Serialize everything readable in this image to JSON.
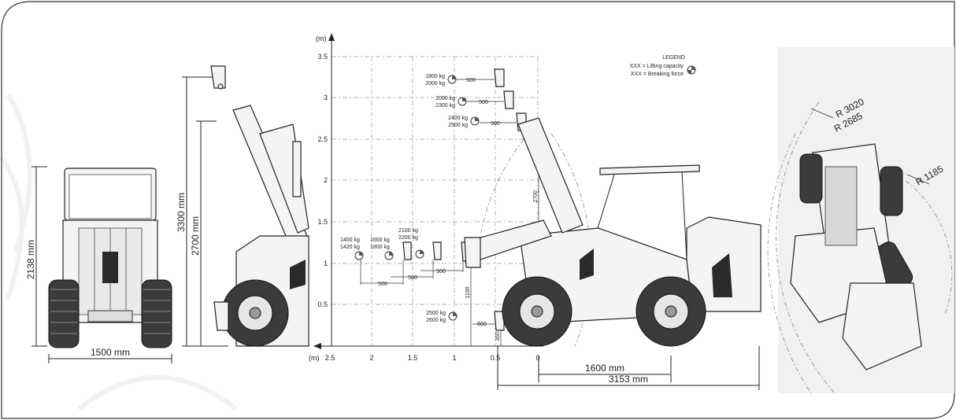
{
  "front_view": {
    "height_label": "2138 mm",
    "width_label": "1500 mm"
  },
  "side_view": {
    "max_height_label": "3300 mm",
    "pin_height_label": "2700 mm"
  },
  "load_chart": {
    "y_unit": "(m)",
    "x_unit": "(m)",
    "y_ticks": [
      "3.5",
      "3",
      "2.5",
      "2",
      "1.5",
      "1",
      "0.5"
    ],
    "x_ticks": [
      "2.5",
      "2",
      "1.5",
      "1",
      "0.5",
      "0"
    ],
    "legend": {
      "title": "LEGEND",
      "line1": "XXX = Lifting capacity",
      "line2": "XXX = Breaking force"
    },
    "points": [
      {
        "lift": "1800 kg",
        "break": "2000 kg",
        "offset": "500"
      },
      {
        "lift": "2000 kg",
        "break": "2300 kg",
        "offset": "500"
      },
      {
        "lift": "2400 kg",
        "break": "2500 kg",
        "offset": "500"
      },
      {
        "lift": "1400 kg",
        "break": "1420 kg",
        "offset": "500"
      },
      {
        "lift": "1600 kg",
        "break": "1800 kg",
        "offset": "500"
      },
      {
        "lift": "2100 kg",
        "break": "2200 kg",
        "offset": "500"
      },
      {
        "lift": "2500 kg",
        "break": "2600 kg",
        "offset": "500"
      }
    ],
    "dim_2700": "2700",
    "dim_1100": "1100",
    "dim_350": "350",
    "wheelbase_label": "1600 mm",
    "length_label": "3153 mm"
  },
  "turning": {
    "r_outer": "R 3020",
    "r_mid": "R 2685",
    "r_inner": "R 1185"
  }
}
